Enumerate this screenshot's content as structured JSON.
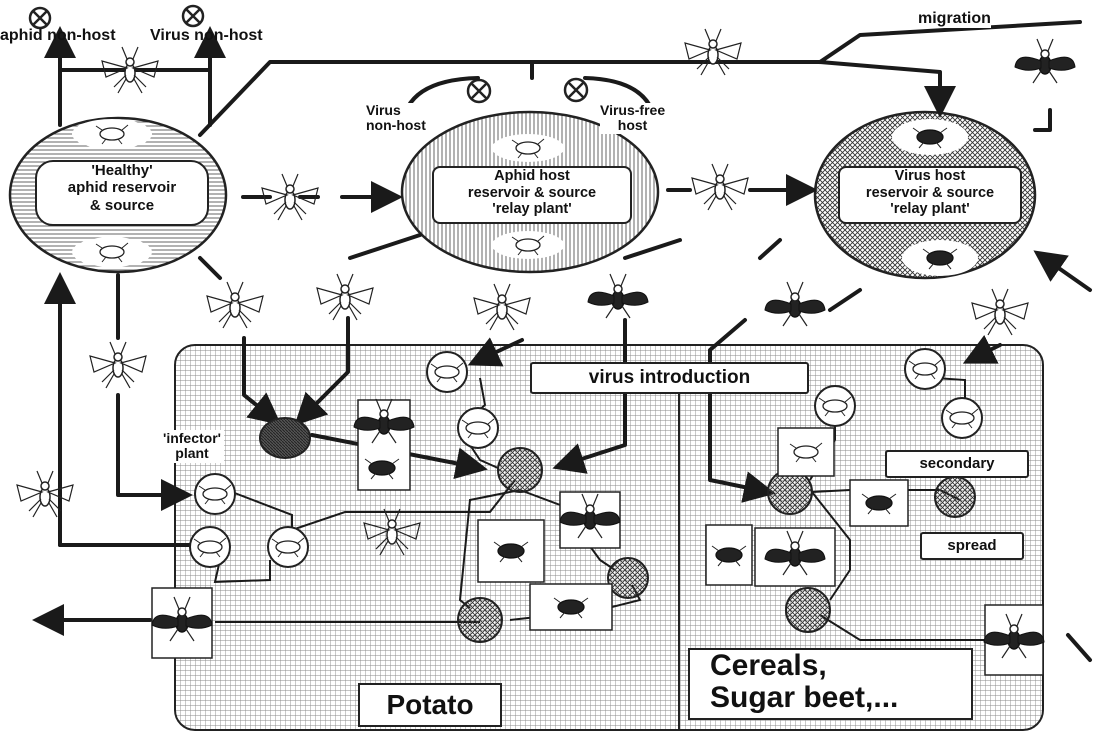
{
  "labels": {
    "aphid_non_host": "aphid non-host",
    "virus_non_host_top": "Virus non-host",
    "migration": "migration",
    "virus_non_host_mid": "Virus\nnon-host",
    "virus_free_host": "Virus-free\nhost",
    "healthy_reservoir": "'Healthy'\naphid reservoir\n& source",
    "aphid_host_reservoir": "Aphid host\nreservoir & source\n'relay plant'",
    "virus_host_reservoir": "Virus host\nreservoir & source\n'relay plant'",
    "virus_introduction": "virus introduction",
    "infector_plant": "'infector'\nplant",
    "secondary": "secondary",
    "spread": "spread",
    "potato": "Potato",
    "cereals": "Cereals,\nSugar beet,..."
  },
  "colors": {
    "ink": "#1a1a1a",
    "grid": "#8a8a8a",
    "paper": "#ffffff",
    "hatch": "#555555"
  }
}
